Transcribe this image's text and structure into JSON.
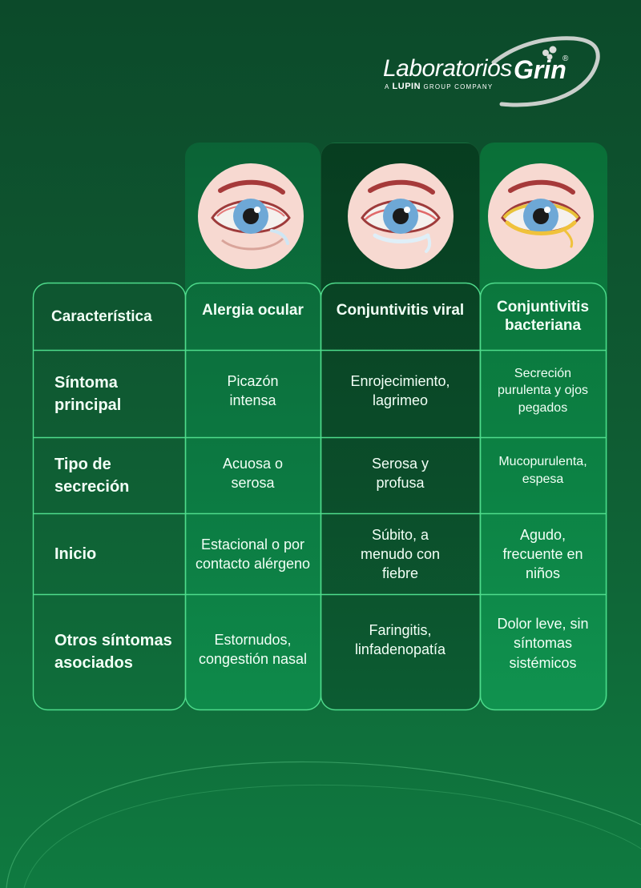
{
  "brand": {
    "name": "Laboratorios",
    "name_bold": "Grin",
    "registered": "®",
    "tagline_prefix": "A",
    "tagline_brand": "LUPIN",
    "tagline_suffix": "GROUP COMPANY"
  },
  "colors": {
    "accent_line": "#4fdc8c",
    "background": "#0f5a32"
  },
  "table": {
    "headers": [
      "Característica",
      "Alergia ocular",
      "Conjuntivitis viral",
      "Conjuntivitis bacteriana"
    ],
    "rows": [
      {
        "label": "Síntoma principal",
        "cells": [
          "Picazón intensa",
          "Enrojecimiento, lagrimeo",
          "Secreción purulenta y ojos pegados"
        ]
      },
      {
        "label": "Tipo de secreción",
        "cells": [
          "Acuosa o serosa",
          "Serosa y profusa",
          "Mucopurulenta, espesa"
        ]
      },
      {
        "label": "Inicio",
        "cells": [
          "Estacional o por contacto alérgeno",
          "Súbito, a menudo con fiebre",
          "Agudo, frecuente en niños"
        ]
      },
      {
        "label": "Otros síntomas asociados",
        "cells": [
          "Estornudos, congestión nasal",
          "Faringitis, linfadenopatía",
          "Dolor leve, sin síntomas sistémicos"
        ]
      }
    ]
  },
  "illustrations": [
    {
      "icon": "allergic-eye-icon"
    },
    {
      "icon": "viral-eye-icon"
    },
    {
      "icon": "bacterial-eye-icon"
    }
  ]
}
